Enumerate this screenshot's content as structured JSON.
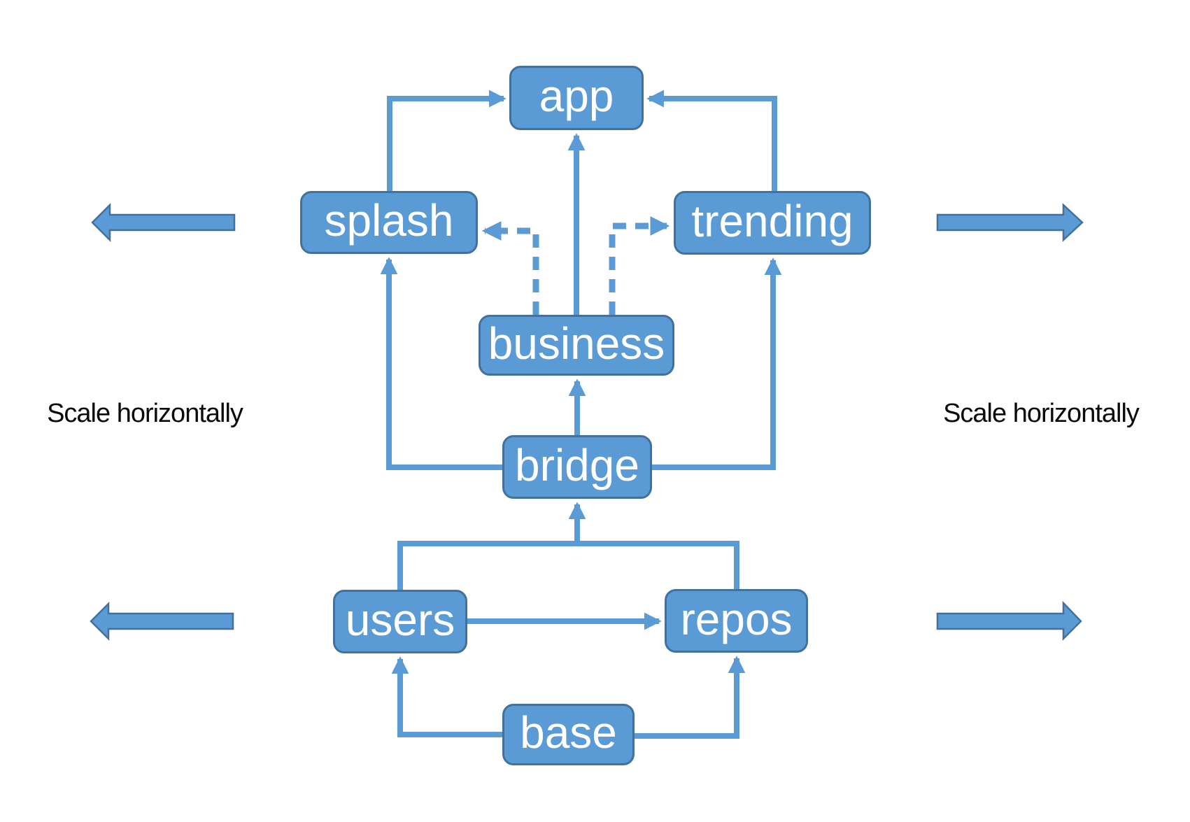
{
  "diagram": {
    "description_colors": {
      "node_fill": "#5B9BD5",
      "node_border": "#41719C",
      "connector": "#5B9BD5",
      "node_text": "#FFFFFF",
      "annotation_text": "#000000",
      "background": "#FFFFFF"
    },
    "nodes": {
      "app": {
        "label": "app"
      },
      "splash": {
        "label": "splash"
      },
      "trending": {
        "label": "trending"
      },
      "business": {
        "label": "business"
      },
      "bridge": {
        "label": "bridge"
      },
      "users": {
        "label": "users"
      },
      "repos": {
        "label": "repos"
      },
      "base": {
        "label": "base"
      }
    },
    "edges": [
      {
        "from": "splash",
        "to": "app",
        "style": "solid",
        "arrow": "into app left side"
      },
      {
        "from": "trending",
        "to": "app",
        "style": "solid",
        "arrow": "into app right side"
      },
      {
        "from": "business",
        "to": "app",
        "style": "solid",
        "arrow": "into app bottom"
      },
      {
        "from": "business",
        "to": "splash",
        "style": "dashed",
        "arrow": "into splash right side"
      },
      {
        "from": "business",
        "to": "trending",
        "style": "dashed",
        "arrow": "into trending left side"
      },
      {
        "from": "bridge",
        "to": "business",
        "style": "solid",
        "arrow": "into business bottom"
      },
      {
        "from": "bridge",
        "to": "splash",
        "style": "solid",
        "arrow": "into splash bottom"
      },
      {
        "from": "bridge",
        "to": "trending",
        "style": "solid",
        "arrow": "into trending bottom"
      },
      {
        "from": "users",
        "to": "bridge",
        "style": "solid",
        "arrow": "into bridge bottom"
      },
      {
        "from": "repos",
        "to": "bridge",
        "style": "solid",
        "arrow": "into bridge bottom"
      },
      {
        "from": "users",
        "to": "repos",
        "style": "solid",
        "arrow": "into repos left side"
      },
      {
        "from": "base",
        "to": "users",
        "style": "solid",
        "arrow": "into users bottom"
      },
      {
        "from": "base",
        "to": "repos",
        "style": "solid",
        "arrow": "into repos bottom"
      }
    ],
    "annotations": {
      "left_label": "Scale horizontally",
      "right_label": "Scale horizontally"
    },
    "scale_arrows": [
      {
        "position": "upper-left",
        "direction": "left"
      },
      {
        "position": "upper-right",
        "direction": "right"
      },
      {
        "position": "lower-left",
        "direction": "left"
      },
      {
        "position": "lower-right",
        "direction": "right"
      }
    ]
  }
}
